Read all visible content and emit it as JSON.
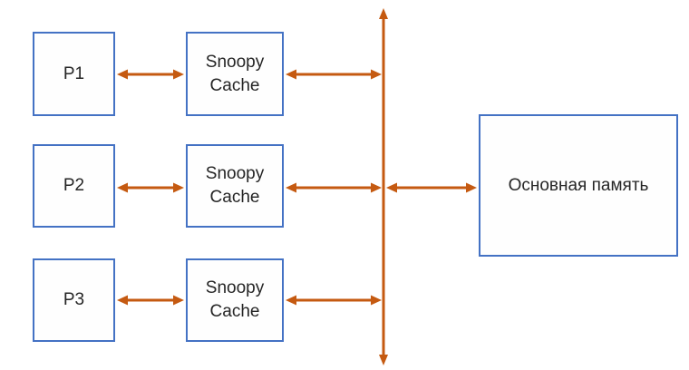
{
  "colors": {
    "background": "#FFFFFF",
    "box_border": "#4472C4",
    "box_fill": "#FEFEFE",
    "arrow": "#C55A11",
    "text": "#262626"
  },
  "diagram": {
    "processors": [
      {
        "label": "P1"
      },
      {
        "label": "P2"
      },
      {
        "label": "P3"
      }
    ],
    "caches": [
      {
        "label": "Snoopy Cache"
      },
      {
        "label": "Snoopy Cache"
      },
      {
        "label": "Snoopy Cache"
      }
    ],
    "memory": {
      "label": "Основная память"
    }
  }
}
